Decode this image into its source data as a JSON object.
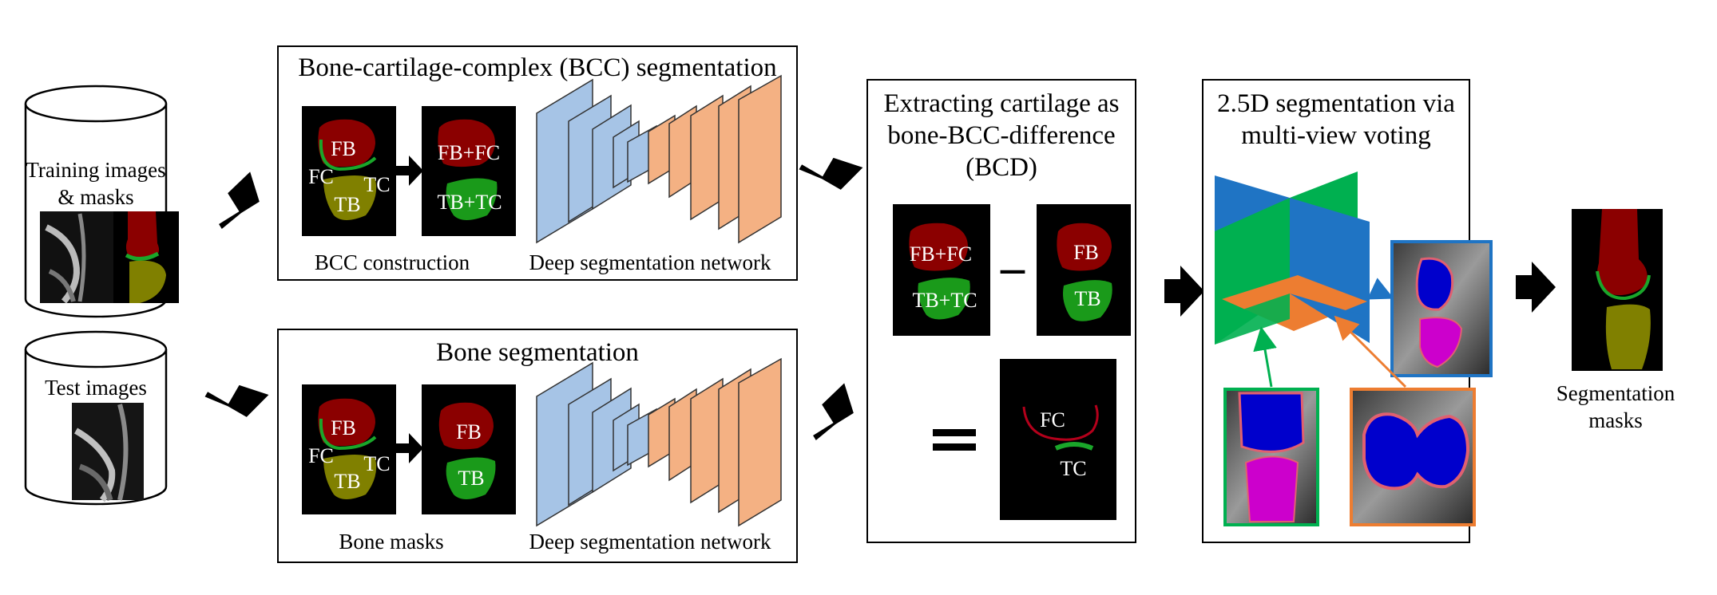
{
  "databases": {
    "training": {
      "label_line1": "Training images",
      "label_line2": "& masks"
    },
    "test": {
      "label": "Test images"
    }
  },
  "bcc_panel": {
    "title": "Bone-cartilage-complex (BCC) segmentation",
    "mask_input": {
      "fb": "FB",
      "fc": "FC",
      "tc": "TC",
      "tb": "TB"
    },
    "mask_output": {
      "fb_fc": "FB+FC",
      "tb_tc": "TB+TC"
    },
    "caption_left": "BCC construction",
    "caption_right": "Deep segmentation network"
  },
  "bone_panel": {
    "title": "Bone segmentation",
    "mask_input": {
      "fb": "FB",
      "fc": "FC",
      "tc": "TC",
      "tb": "TB"
    },
    "mask_output": {
      "fb": "FB",
      "tb": "TB"
    },
    "caption_left": "Bone masks",
    "caption_right": "Deep segmentation network"
  },
  "bcd_panel": {
    "title_line1": "Extracting cartilage as",
    "title_line2": "bone-BCC-difference",
    "title_line3": "(BCD)",
    "left_mask": {
      "fb_fc": "FB+FC",
      "tb_tc": "TB+TC"
    },
    "right_mask": {
      "fb": "FB",
      "tb": "TB"
    },
    "minus_sign": "–",
    "result_mask": {
      "fc": "FC",
      "tc": "TC"
    }
  },
  "voting_panel": {
    "title_line1": "2.5D segmentation via",
    "title_line2": "multi-view voting"
  },
  "output": {
    "label_line1": "Segmentation",
    "label_line2": "masks"
  },
  "colors": {
    "femur": "#8b0000",
    "tibia": "#808000",
    "cartilage": "#1aa62a",
    "tibia_green": "#1a9a1a",
    "encoder": "#a6c4e6",
    "decoder": "#f4b183",
    "plane_blue": "#1f74c4",
    "plane_green": "#00b050",
    "plane_orange": "#ed7d31",
    "mri_bone_blue": "#0000cc",
    "mri_bone_magenta": "#cc00cc"
  }
}
